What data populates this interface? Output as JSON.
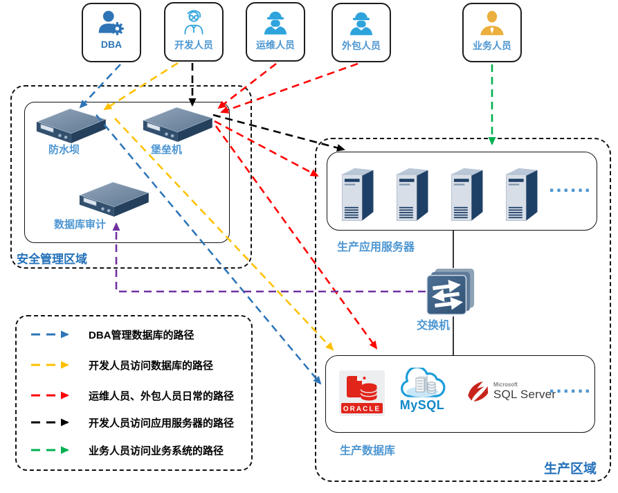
{
  "colors": {
    "path-blue": "#2E75B6",
    "path-yellow": "#FFC000",
    "path-red": "#FF0000",
    "path-black": "#000000",
    "path-green": "#00B050",
    "path-purple": "#7030A0",
    "device-label": "#4D96D2",
    "zone-label": "#2371B9",
    "legend-text": "#000000",
    "actor-dba": "#2E75B6",
    "actor-developer": "#3AA8DE",
    "actor-worker": "#2EA3DC",
    "actor-business": "#EBAF3D",
    "oracle-red": "#E1251B",
    "mysql-blue": "#1B9DD9",
    "sqlserver-red": "#C8241C"
  },
  "actors": [
    {
      "label": "DBA"
    },
    {
      "label": "开发人员"
    },
    {
      "label": "运维人员"
    },
    {
      "label": "外包人员"
    },
    {
      "label": "业务人员"
    }
  ],
  "security_zone": {
    "title": "安全管理区域",
    "devices": {
      "waterdam": "防水坝",
      "bastion": "堡垒机",
      "db_audit": "数据库审计"
    }
  },
  "production_zone": {
    "title": "生产区域",
    "app_servers_label": "生产应用服务器",
    "app_servers_ellipsis": "......",
    "switch_label": "交换机",
    "database_label": "生产数据库",
    "database_ellipsis": "......"
  },
  "logos": {
    "oracle": "ORACLE",
    "mysql": "MySQL",
    "microsoft": "Microsoft",
    "sqlserver": "SQL Server"
  },
  "legend": {
    "items": [
      {
        "label": "DBA管理数据库的路径",
        "color": "#2E75B6"
      },
      {
        "label": "开发人员访问数据库的路径",
        "color": "#FFC000"
      },
      {
        "label": "运维人员、外包人员日常的路径",
        "color": "#FF0000"
      },
      {
        "label": "开发人员访问应用服务器的路径",
        "color": "#000000"
      },
      {
        "label": "业务人员访问业务系统的路径",
        "color": "#00B050"
      }
    ]
  }
}
